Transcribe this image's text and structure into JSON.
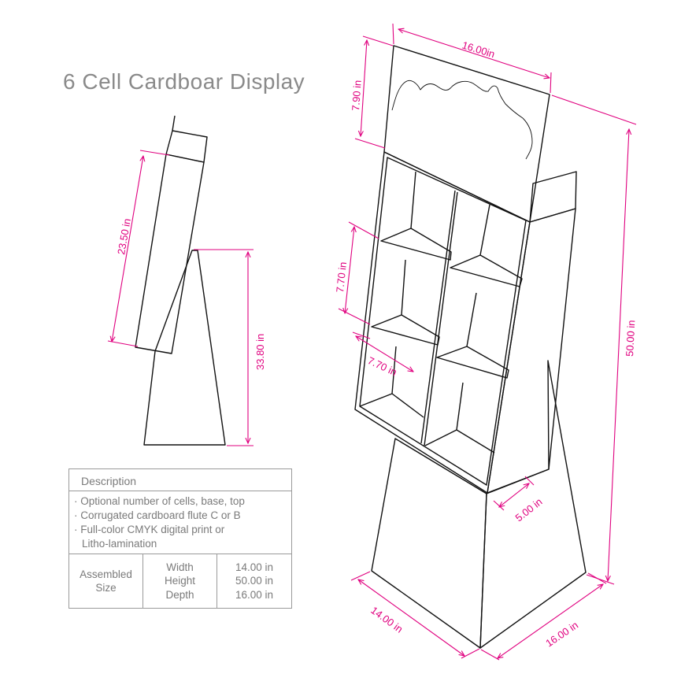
{
  "title": "6 Cell Cardboar Display",
  "colors": {
    "dimension": "#e0007f",
    "outline": "#111111",
    "text": "#7a7a7a"
  },
  "dimensions": {
    "top_width": "16.00in",
    "header_height": "7.90 in",
    "total_height": "50.00 in",
    "cell_height": "7.70 in",
    "cell_width": "7.70 in",
    "shelf_depth": "5.00 in",
    "base_width": "14.00 in",
    "base_depth": "16.00 in",
    "side_upper": "23.50 in",
    "side_lower": "33.80 in"
  },
  "description": {
    "header": "Description",
    "lines": [
      "· Optional number of cells, base, top",
      "· Corrugated cardboard flute C or B",
      "· Full-color CMYK digital print or",
      "Litho-lamination"
    ]
  },
  "assembled_size": {
    "label_lines": [
      "Assembled",
      "Size"
    ],
    "labels": [
      "Width",
      "Height",
      "Depth"
    ],
    "values": [
      "14.00 in",
      "50.00 in",
      "16.00 in"
    ]
  }
}
